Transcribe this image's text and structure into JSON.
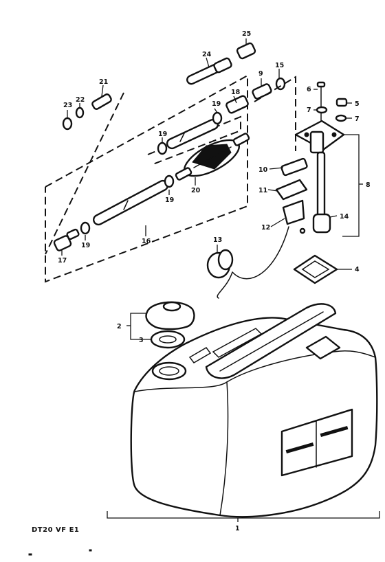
{
  "diagram_code": "DT20 VF E1",
  "callouts": [
    "1",
    "2",
    "3",
    "4",
    "5",
    "6",
    "7",
    "7",
    "8",
    "9",
    "10",
    "11",
    "12",
    "13",
    "14",
    "15",
    "16",
    "17",
    "18",
    "19",
    "19",
    "19",
    "19",
    "20",
    "21",
    "22",
    "23",
    "24",
    "25"
  ]
}
